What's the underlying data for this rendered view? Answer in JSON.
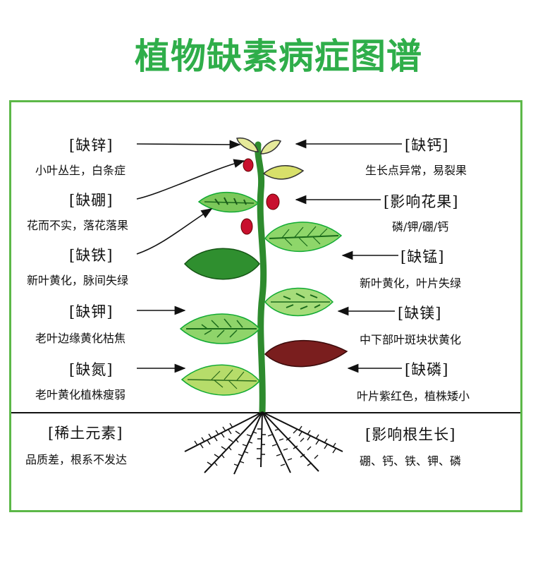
{
  "title": "植物缺素病症图谱",
  "colors": {
    "title_green": "#2fae4a",
    "frame_green": "#5cb848",
    "stem_green": "#2e8b2e"
  },
  "left_labels": [
    {
      "name": "[缺锌]",
      "desc": "小叶丛生，白条症"
    },
    {
      "name": "[缺硼]",
      "desc": "花而不实，落花落果"
    },
    {
      "name": "[缺铁]",
      "desc": "新叶黄化，脉间失绿"
    },
    {
      "name": "[缺钾]",
      "desc": "老叶边缘黄化枯焦"
    },
    {
      "name": "[缺氮]",
      "desc": "老叶黄化植株瘦弱"
    }
  ],
  "right_labels": [
    {
      "name": "[缺钙]",
      "desc": "生长点异常，易裂果"
    },
    {
      "name": "[影响花果]",
      "desc": "磷/钾/硼/钙"
    },
    {
      "name": "[缺锰]",
      "desc": "新叶黄化，叶片失绿"
    },
    {
      "name": "[缺镁]",
      "desc": "中下部叶斑块状黄化"
    },
    {
      "name": "[缺磷]",
      "desc": "叶片紫红色，植株矮小"
    }
  ],
  "root_left": {
    "name": "[稀土元素]",
    "desc": "品质差，根系不发达"
  },
  "root_right": {
    "name": "[影响根生长]",
    "desc": "硼、钙、铁、钾、磷"
  }
}
